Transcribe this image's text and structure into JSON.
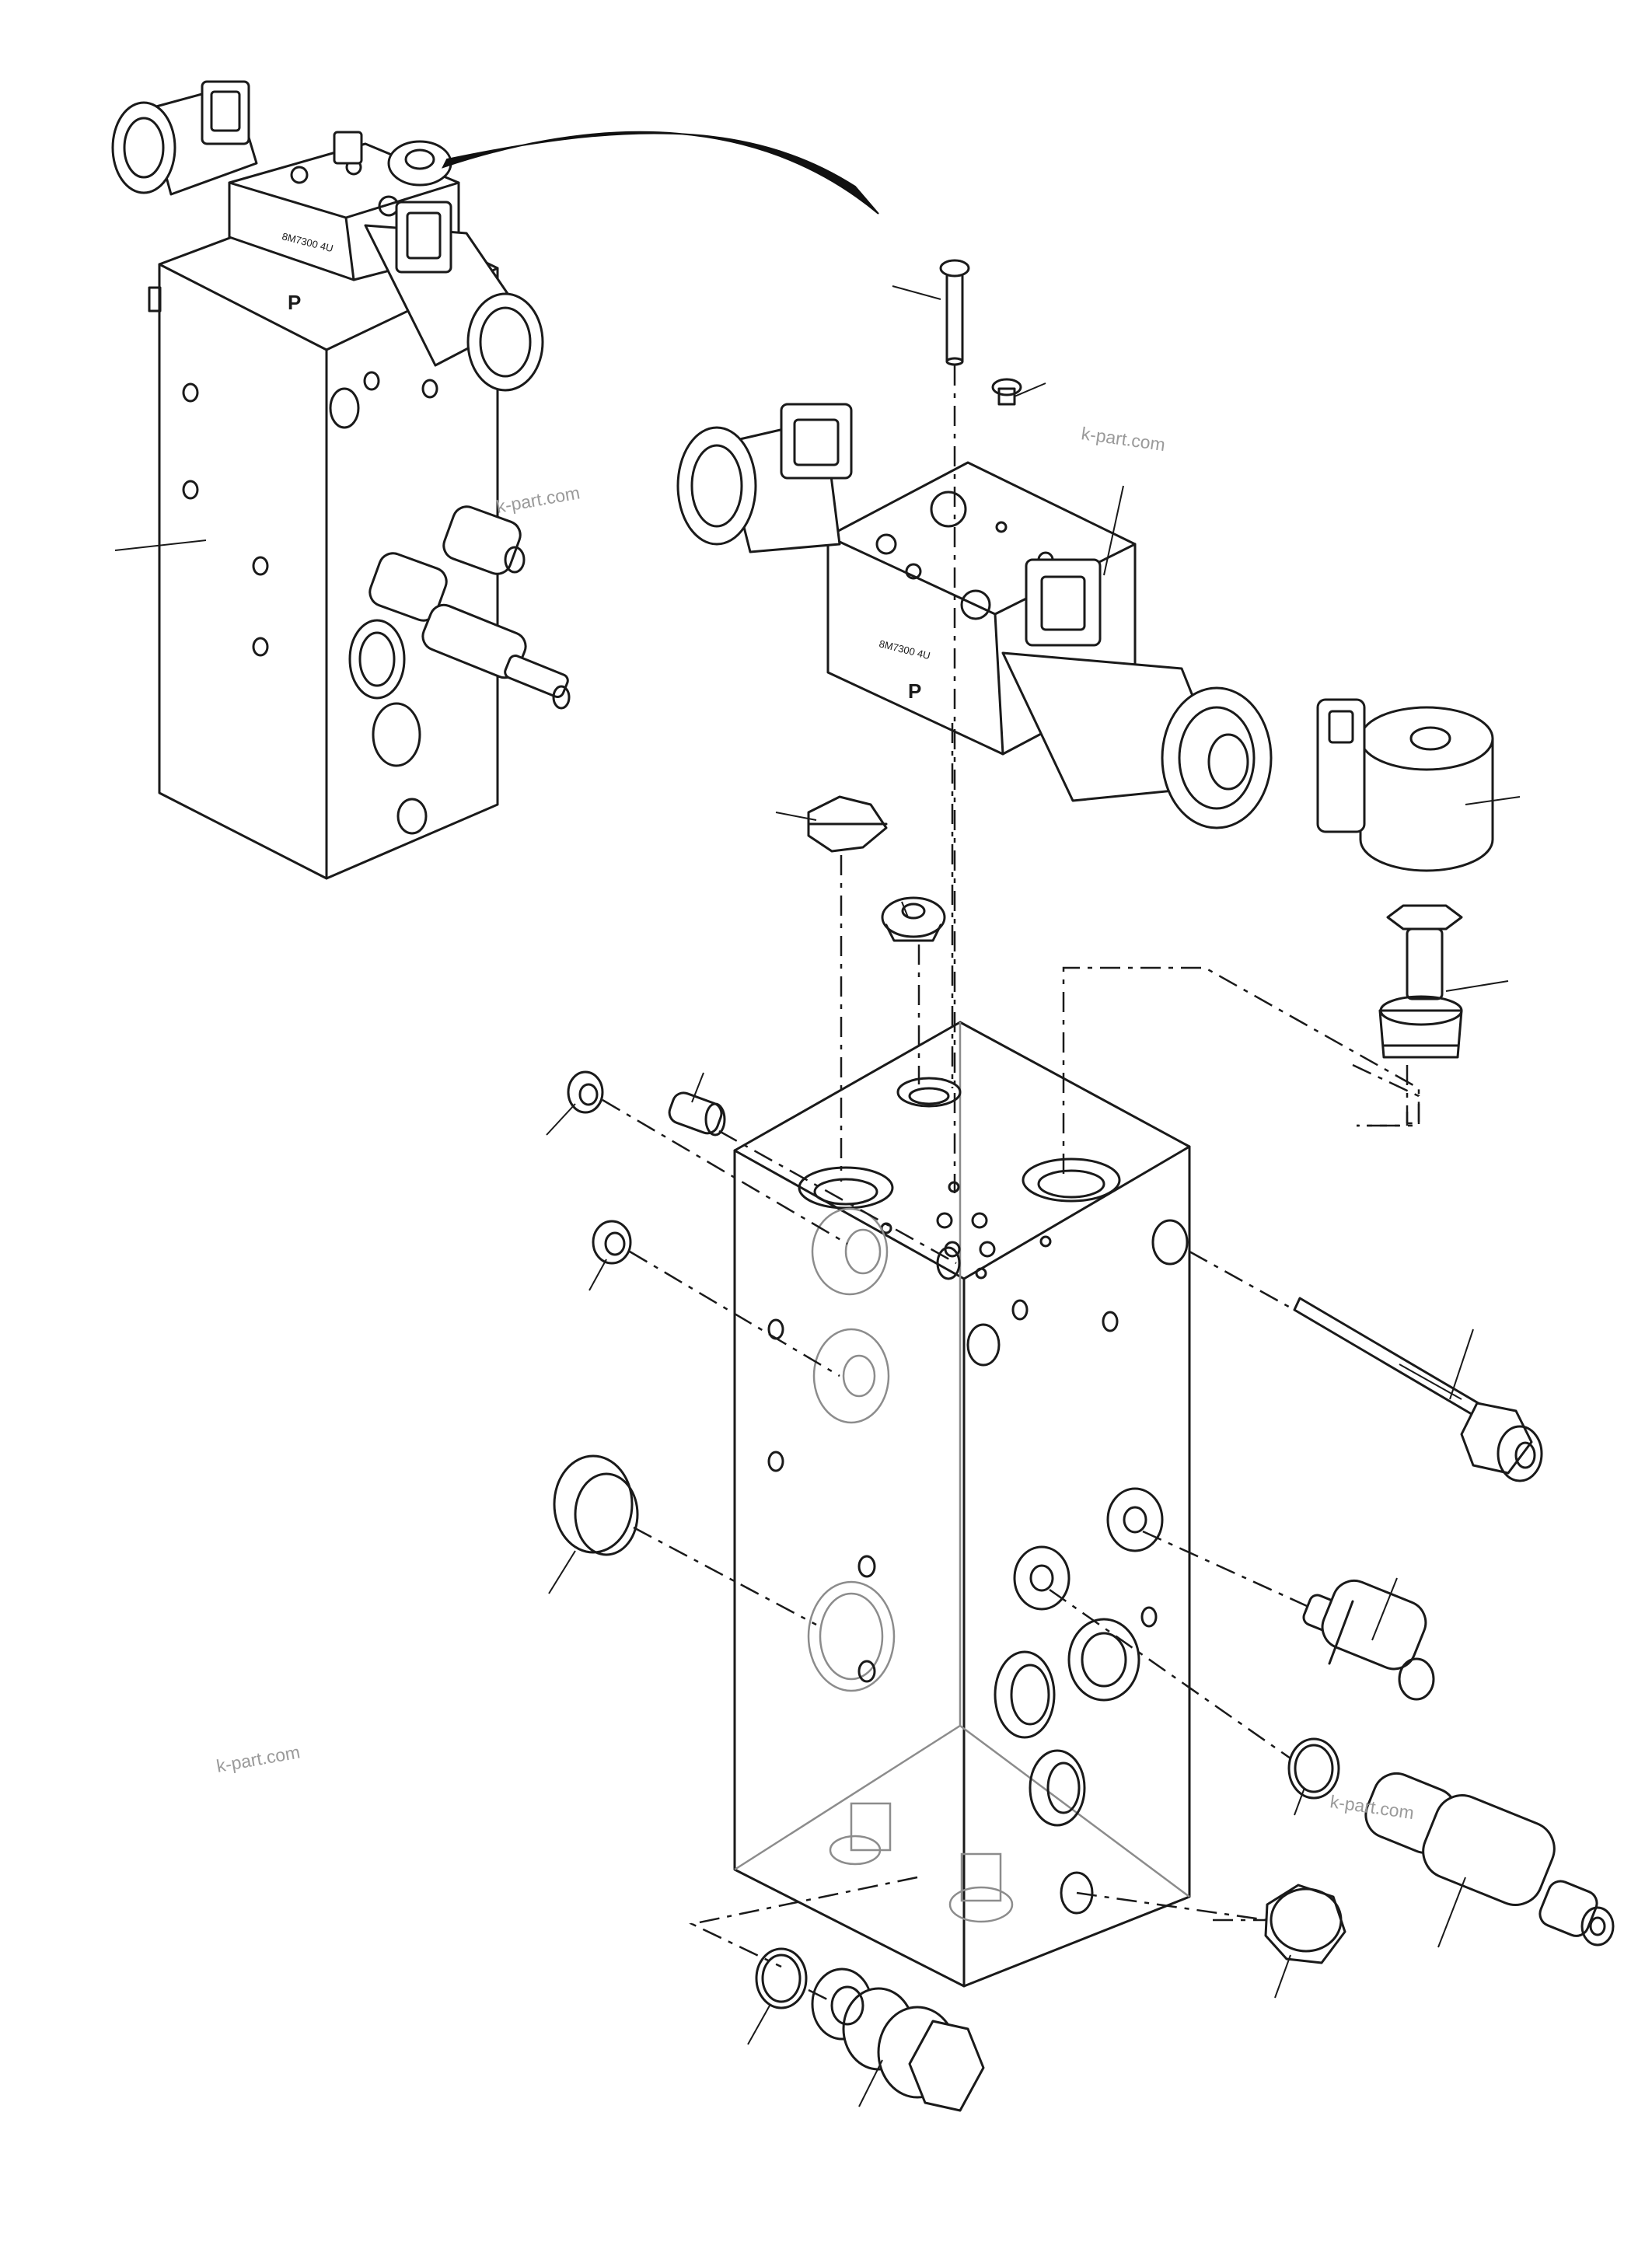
{
  "watermarks": [
    "k-part.com",
    "k-part.com",
    "k-part.com",
    "k-part.com"
  ],
  "valve_marks": {
    "port_letter": "P",
    "body_code": "8M7300 4U"
  }
}
